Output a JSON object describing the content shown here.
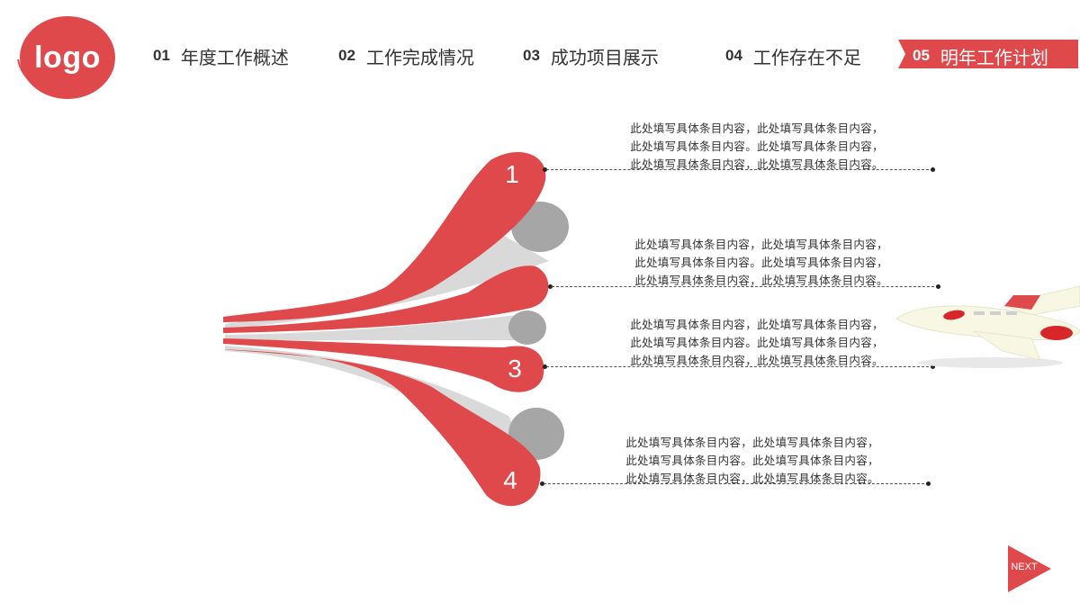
{
  "logo": {
    "text": "logo"
  },
  "nav": [
    {
      "num": "01",
      "label": "年度工作概述"
    },
    {
      "num": "02",
      "label": "工作完成情况"
    },
    {
      "num": "03",
      "label": "成功项目展示"
    },
    {
      "num": "04",
      "label": "工作存在不足"
    },
    {
      "num": "05",
      "label": "明年工作计划",
      "active": true
    }
  ],
  "items": [
    {
      "num": "1",
      "lines": [
        "此处填写具体条目内容，此处填写具体条目内容，",
        "此处填写具体条目内容。此处填写具体条目内容，",
        "此处填写具体条目内容，此处填写具体条目内容。"
      ]
    },
    {
      "num": "",
      "lines": [
        "此处填写具体条目内容，此处填写具体条目内容，",
        "此处填写具体条目内容。此处填写具体条目内容，",
        "此处填写具体条目内容，此处填写具体条目内容。"
      ]
    },
    {
      "num": "3",
      "lines": [
        "此处填写具体条目内容，此处填写具体条目内容，",
        "此处填写具体条目内容。此处填写具体条目内容，",
        "此处填写具体条目内容，此处填写具体条目内容。"
      ]
    },
    {
      "num": "4",
      "lines": [
        "此处填写具体条目内容，此处填写具体条目内容，",
        "此处填写具体条目内容。此处填写具体条目内容，",
        "此处填写具体条目内容，此处填写具体条目内容。"
      ]
    }
  ],
  "next": {
    "label": "NEXT"
  },
  "colors": {
    "accent": "#e0494b",
    "gray": "#a6a6a6",
    "light_gray": "#d9d9d9",
    "plane": "#f7f7e3"
  },
  "icons": {
    "plane": "airplane-icon",
    "next": "next-arrow-icon"
  }
}
